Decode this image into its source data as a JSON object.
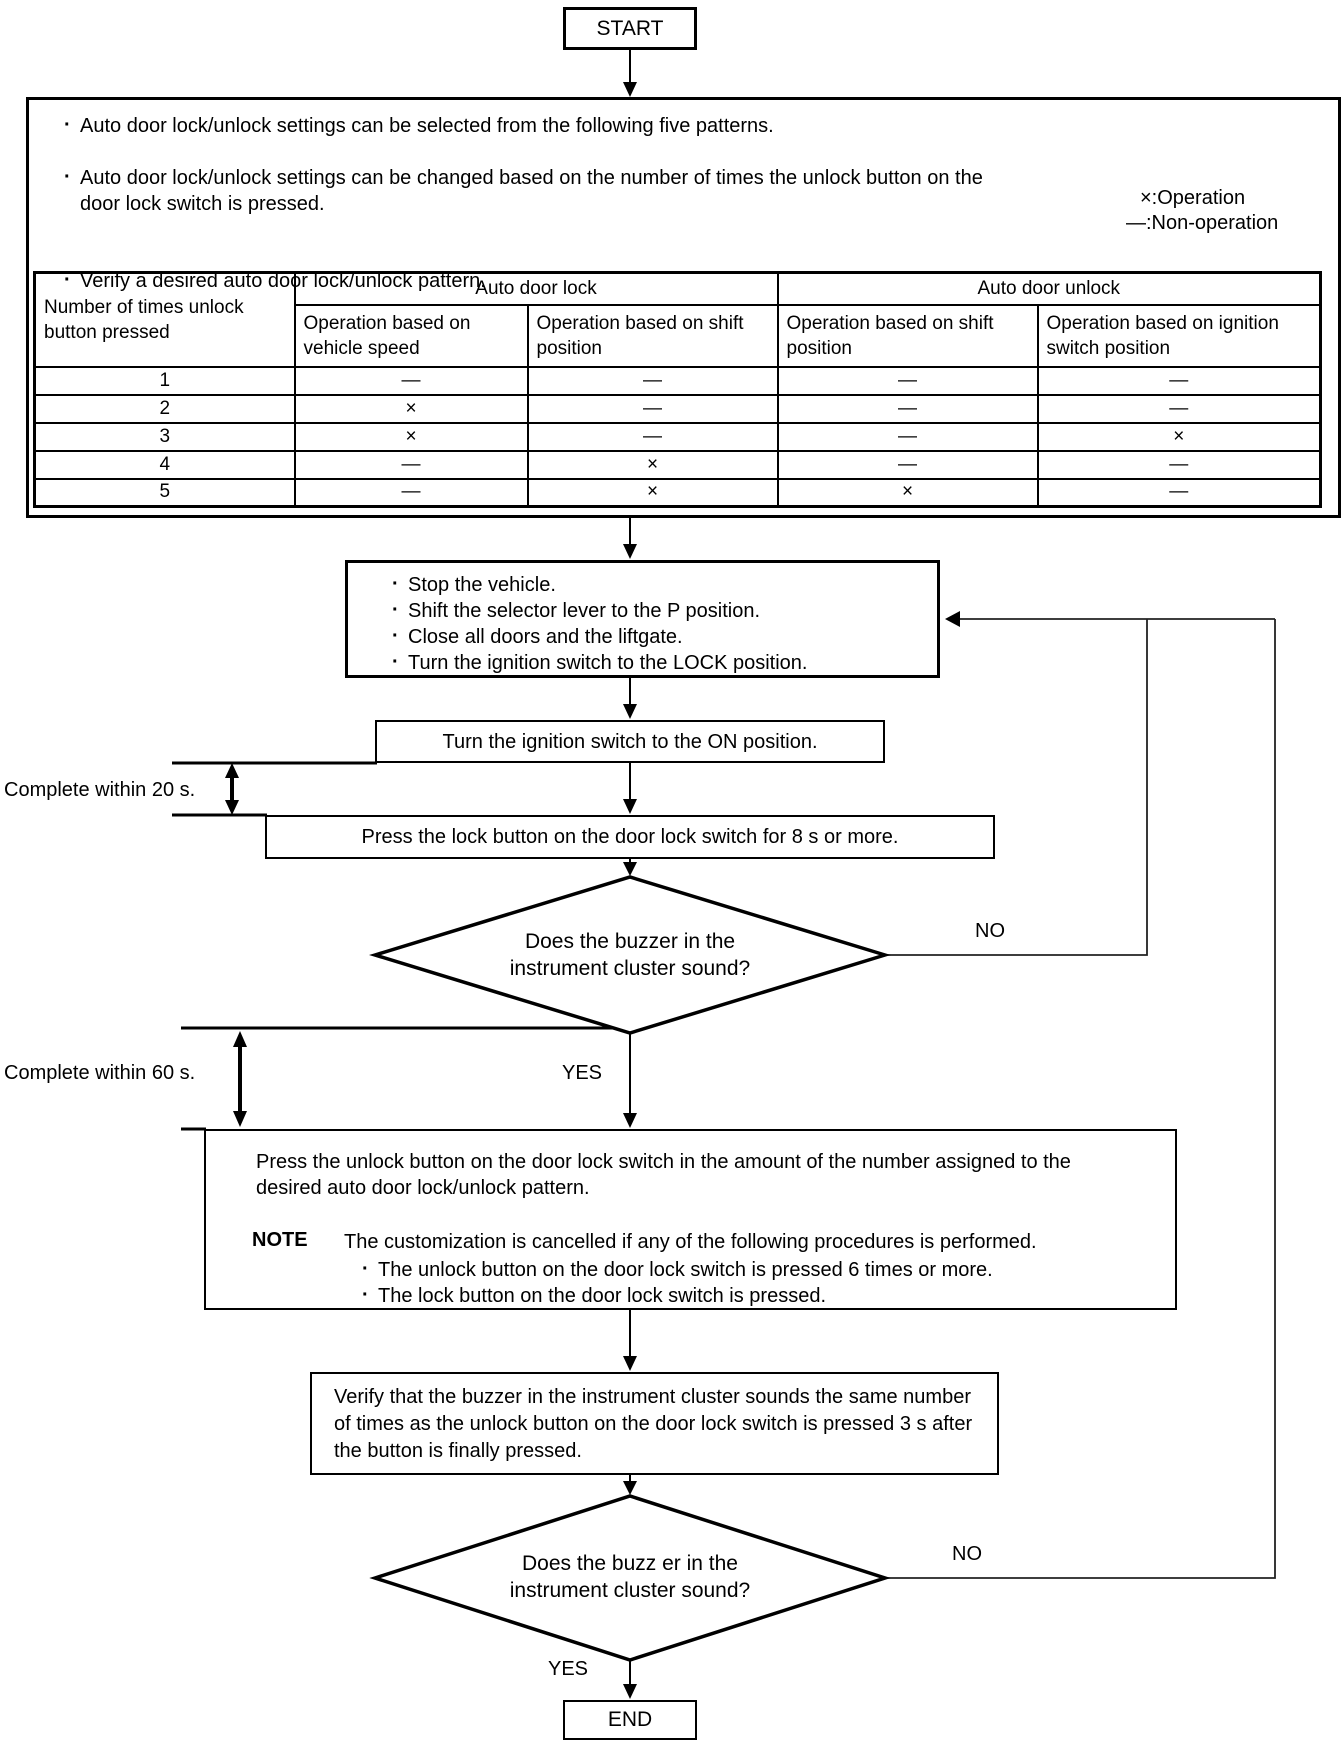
{
  "flow": {
    "start_label": "START",
    "end_label": "END"
  },
  "info_box": {
    "bullets": [
      "Auto door lock/unlock settings can be selected from the following five patterns.",
      "Auto door lock/unlock settings can be changed based on the number of times the unlock button on the door lock switch is pressed.",
      "Verify a desired auto door lock/unlock pattern."
    ],
    "legend": {
      "operation": "×:Operation",
      "non_operation": "—:Non-operation"
    }
  },
  "table": {
    "corner_header": "Number of times unlock button pressed",
    "group_headers": [
      "Auto door lock",
      "Auto door unlock"
    ],
    "sub_headers": [
      "Operation based on vehicle speed",
      "Operation based on shift position",
      "Operation based on shift position",
      "Operation based on ignition switch position"
    ],
    "rows": [
      {
        "n": "1",
        "cells": [
          "—",
          "—",
          "—",
          "—"
        ]
      },
      {
        "n": "2",
        "cells": [
          "×",
          "—",
          "—",
          "—"
        ]
      },
      {
        "n": "3",
        "cells": [
          "×",
          "—",
          "—",
          "×"
        ]
      },
      {
        "n": "4",
        "cells": [
          "—",
          "×",
          "—",
          "—"
        ]
      },
      {
        "n": "5",
        "cells": [
          "—",
          "×",
          "×",
          "—"
        ]
      }
    ]
  },
  "prep_box": {
    "items": [
      "Stop the vehicle.",
      "Shift the selector lever to the P position.",
      "Close all doors and the liftgate.",
      "Turn the ignition switch to the LOCK position."
    ]
  },
  "ignition_on_box": {
    "text": "Turn the ignition switch to the ON position."
  },
  "timer20": {
    "label": "Complete within 20 s."
  },
  "lock_button_box": {
    "text": "Press the lock button on the door lock switch for 8 s or more."
  },
  "decision1": {
    "line1": "Does the buzzer in the",
    "line2": "instrument cluster sound?",
    "yes": "YES",
    "no": "NO"
  },
  "timer60": {
    "label": "Complete within 60 s."
  },
  "unlock_box": {
    "intro": "Press the unlock button on the door lock switch in the amount of the number assigned to the desired auto door lock/unlock pattern.",
    "note_label": "NOTE",
    "note_text": "The customization is cancelled if any of the following procedures is performed.",
    "note_items": [
      "The unlock button on the door lock switch is pressed 6 times or more.",
      "The lock button on the door lock switch is pressed."
    ]
  },
  "verify_box": {
    "text": "Verify that the buzzer in the instrument cluster sounds the same number of times as the unlock button on the door lock switch is pressed 3 s after the button is finally pressed."
  },
  "decision2": {
    "line1": "Does the buzz er in the",
    "line2": "instrument cluster sound?",
    "yes": "YES",
    "no": "NO"
  }
}
